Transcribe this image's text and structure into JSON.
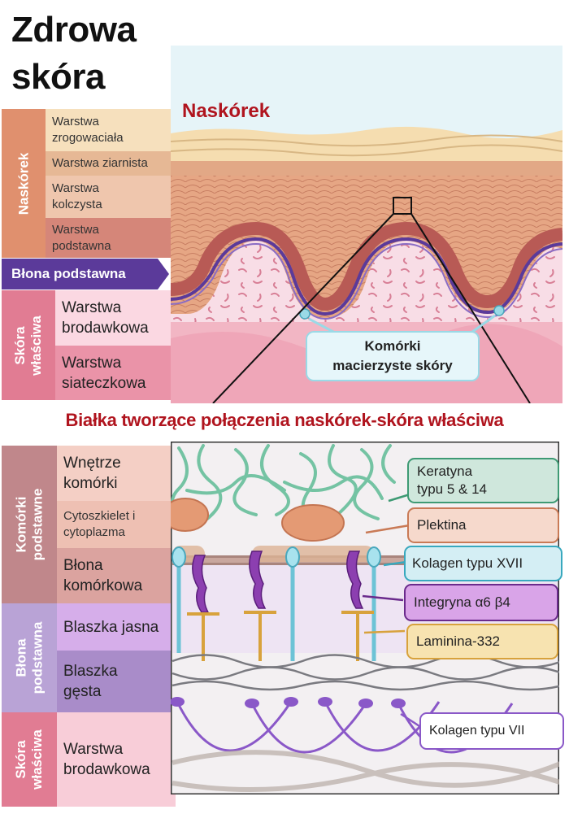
{
  "title_line1": "Zdrowa",
  "title_line2": "skóra",
  "top_left": {
    "group_naskorek": "Naskórek",
    "layers_epidermis": [
      "Warstwa zrogowaciała",
      "Warstwa ziarnista",
      "Warstwa kolczysta",
      "Warstwa podstawna"
    ],
    "basement_membrane": "Błona podstawna",
    "group_dermis": "Skóra właściwa",
    "layers_dermis": [
      "Warstwa brodawkowa",
      "Warstwa siateczkowa"
    ]
  },
  "top_image": {
    "epidermis_label": "Naskórek",
    "stem_cells_line1": "Komórki",
    "stem_cells_line2": "macierzyste skóry"
  },
  "section_title": "Białka tworzące połączenia naskórek-skóra właściwa",
  "bottom_left": {
    "group_cells": "Komórki podstawne",
    "cells_rows": [
      "Wnętrze komórki",
      "Cytoszkielet i cytoplazma",
      "Błona komórkowa"
    ],
    "group_membrane": "Błona podstawna",
    "membrane_rows": [
      "Blaszka jasna",
      "Blaszka gęsta"
    ],
    "group_dermis": "Skóra właściwa",
    "dermis_rows": [
      "Warstwa brodawkowa"
    ]
  },
  "proteins": [
    {
      "line1": "Keratyna",
      "line2": "typu 5 & 14",
      "border": "#3e9a74",
      "fill": "#cfe7dc"
    },
    {
      "line1": "Plektina",
      "line2": "",
      "border": "#c97a56",
      "fill": "#f6d9cc"
    },
    {
      "line1": "Kolagen typu XVII",
      "line2": "",
      "border": "#38a8be",
      "fill": "#d4eef4"
    },
    {
      "line1": "Integryna α6 β4",
      "line2": "",
      "border": "#6a2a8c",
      "fill": "#d9a4e8"
    },
    {
      "line1": "Laminina-332",
      "line2": "",
      "border": "#d8a23c",
      "fill": "#f7e3b0"
    },
    {
      "line1": "Kolagen typu VII",
      "line2": "",
      "border": "#8a58c8",
      "fill": "#ffffff"
    }
  ],
  "colors": {
    "title_red": "#b0141e",
    "epidermis_orange": "#e8936a",
    "basement_purple": "#5b3a9a",
    "dermis_pink": "#d9607c"
  }
}
